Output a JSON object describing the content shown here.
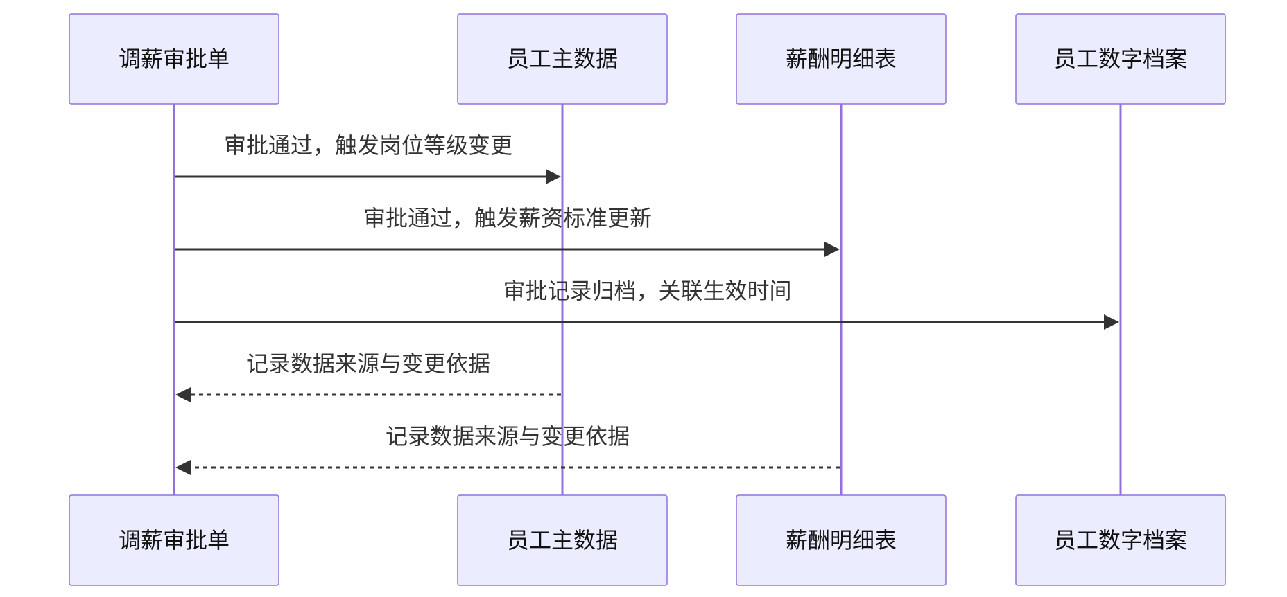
{
  "participants": [
    {
      "id": "p1",
      "label": "调薪审批单"
    },
    {
      "id": "p2",
      "label": "员工主数据"
    },
    {
      "id": "p3",
      "label": "薪酬明细表"
    },
    {
      "id": "p4",
      "label": "员工数字档案"
    }
  ],
  "messages": [
    {
      "from": 0,
      "to": 1,
      "text": "审批通过，触发岗位等级变更",
      "style": "solid"
    },
    {
      "from": 0,
      "to": 2,
      "text": "审批通过，触发薪资标准更新",
      "style": "solid"
    },
    {
      "from": 0,
      "to": 3,
      "text": "审批记录归档，关联生效时间",
      "style": "solid"
    },
    {
      "from": 1,
      "to": 0,
      "text": "记录数据来源与变更依据",
      "style": "dashed"
    },
    {
      "from": 2,
      "to": 0,
      "text": "记录数据来源与变更依据",
      "style": "dashed"
    }
  ],
  "colors": {
    "actor_fill": "#ECECFF",
    "actor_border": "#9370DB",
    "lifeline": "#9370DB",
    "message": "#333333"
  }
}
